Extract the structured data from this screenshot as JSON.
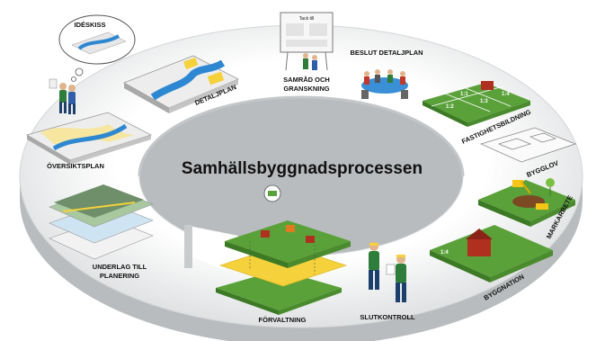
{
  "title": "Samhällsbyggnadsprocessen",
  "bubble_label": "IDÉSKISS",
  "board_label": "Tack till",
  "stages": [
    {
      "label": "DETALJPLAN"
    },
    {
      "label": "SAMRÅD OCH",
      "label2": "GRANSKNING"
    },
    {
      "label": "BESLUT DETALJPLAN"
    },
    {
      "label": "FASTIGHETSBILDNING"
    },
    {
      "label": "BYGGLOV"
    },
    {
      "label": "MARKARBETE"
    },
    {
      "label": "BYGGNATION"
    },
    {
      "label": "SLUTKONTROLL"
    },
    {
      "label": "FÖRVALTNING"
    },
    {
      "label": "UNDERLAG TILL",
      "label2": "PLANERING"
    },
    {
      "label": "ÖVERSIKTSPLAN"
    }
  ],
  "plot_numbers": [
    "1:1",
    "1:2",
    "1:3",
    "1:4"
  ],
  "lot_number": "1:4",
  "colors": {
    "ring_top": "#e3e5e6",
    "ring_side": "#b9bcbe",
    "grass": "#5aa13a",
    "grass_dark": "#3d7a25",
    "water": "#2e88d1",
    "yellow": "#f5d13b",
    "person": "#2f7d3a"
  }
}
